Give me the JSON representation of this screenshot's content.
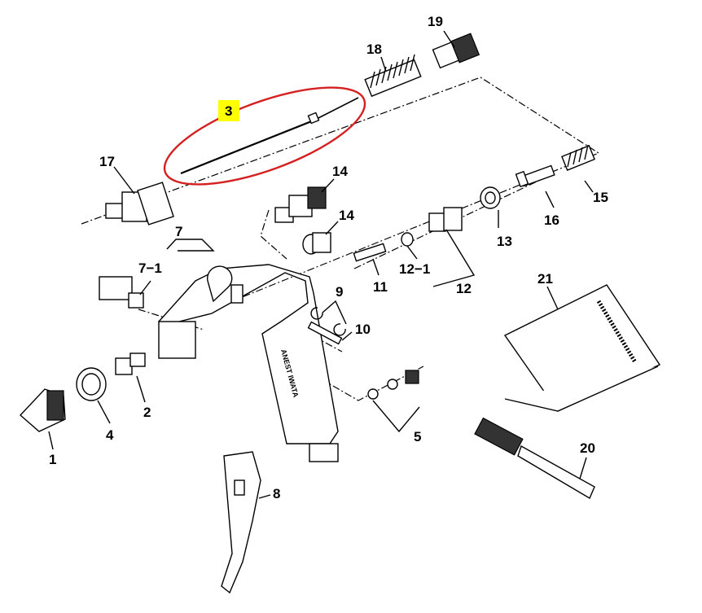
{
  "labels": {
    "p1": "1",
    "p2": "2",
    "p3": "3",
    "p4": "4",
    "p5": "5",
    "p7": "7",
    "p7_1": "7−1",
    "p8": "8",
    "p9": "9",
    "p10": "10",
    "p11": "11",
    "p12": "12",
    "p12_1": "12−1",
    "p13": "13",
    "p14a": "14",
    "p14b": "14",
    "p15": "15",
    "p16": "16",
    "p17": "17",
    "p18": "18",
    "p19": "19",
    "p20": "20",
    "p21": "21"
  },
  "gun_text": "ANEST IWATA",
  "highlight": {
    "label": "3",
    "marker_color": "#ffff00",
    "outline_color": "#d42020"
  }
}
